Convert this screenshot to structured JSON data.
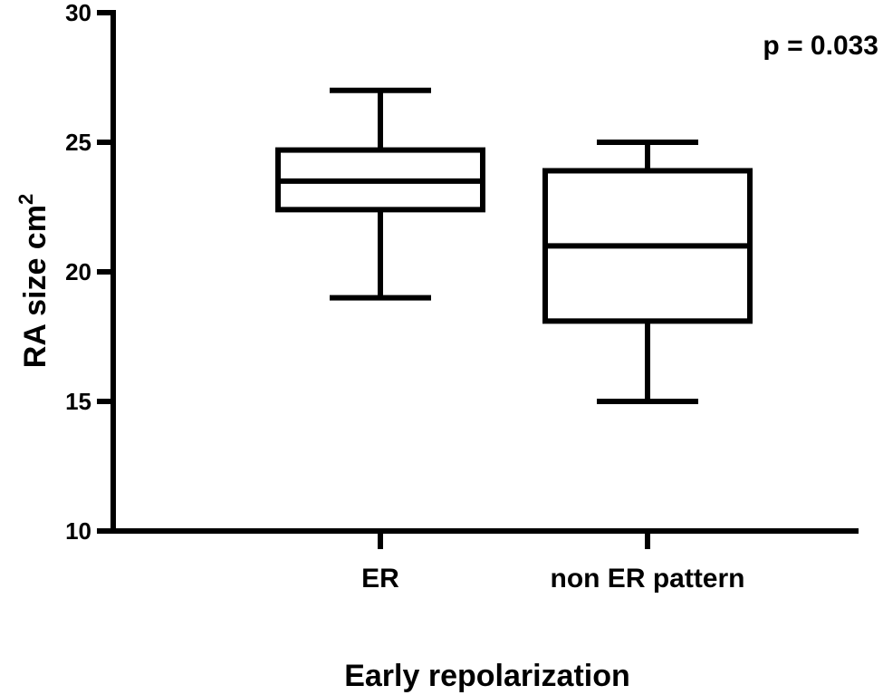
{
  "chart_data": {
    "type": "box",
    "categories": [
      "ER",
      "non ER pattern"
    ],
    "series": [
      {
        "values": [
          {
            "min": 19,
            "q1": 22.4,
            "median": 23.5,
            "q3": 24.7,
            "max": 27
          },
          {
            "min": 15,
            "q1": 18.1,
            "median": 21,
            "q3": 23.9,
            "max": 25
          }
        ]
      }
    ],
    "yticks": [
      10,
      15,
      20,
      25,
      30
    ],
    "ylim": [
      10,
      30
    ],
    "xlabel": "Early repolarization",
    "ylabel": "RA size cm",
    "ylabel_superscript": "2",
    "annotation": "p = 0.033",
    "grid": false,
    "colors": {
      "stroke": "#000000",
      "fill": "#ffffff"
    }
  }
}
